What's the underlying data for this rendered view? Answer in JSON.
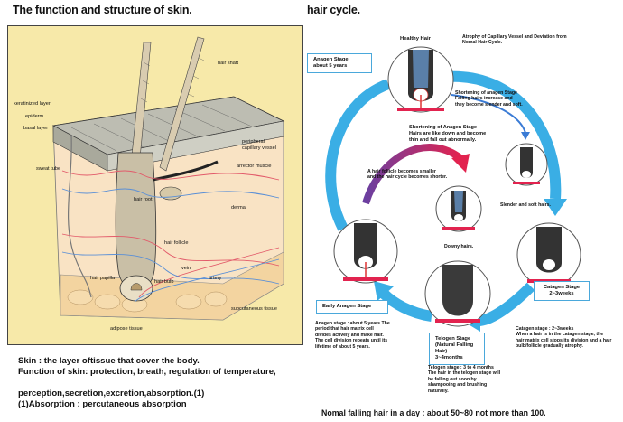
{
  "left": {
    "title": "The function and structure of skin.",
    "labels": {
      "hair_shaft": "hair shaft",
      "keratinized": "keratinized layer",
      "epiderm": "epiderm",
      "basal": "basal layer",
      "peripheral": "peripheral",
      "capillary": "capillary vessel",
      "arrector": "arrector muscle",
      "sweat": "sweat tube",
      "derma": "derma",
      "hair_root": "hair root",
      "hair_follicle": "hair follicle",
      "vein": "vein",
      "artery": "artery",
      "hair_papilla": "hair papilla",
      "hair_bulb": "hair bulb",
      "subcutaneous": "subcutaneous tissue",
      "adipose": "adipose tissue"
    },
    "caption": [
      "Skin : the layer oftissue that cover the body.",
      "Function of skin: protection, breath, regulation of temperature,",
      "",
      "perception,secretion,excretion,absorption.(1)",
      "(1)Absorption : percutaneous absorption"
    ]
  },
  "right": {
    "title": "hair cycle.",
    "healthy_hair": "Healthy Hair",
    "atrophy_note": [
      "Atrophy of Capillary Vessel and Deviation from",
      "Nomal Hair Cycle."
    ],
    "anagen_box": [
      "Anagen Stage",
      "about 5 years"
    ],
    "shortening1": [
      "Shortening of anagen Stage",
      "Falling hairs increase and",
      "they become slender and soft."
    ],
    "shortening2": [
      "Shortening of Anagen Stage",
      "Hairs are like down and become",
      "thin and fall out abnormally."
    ],
    "smaller_note": [
      "A hair follicle becomes smaller",
      "and the hair cycle becomes shorter."
    ],
    "slender_note": "Slender and soft hairs.",
    "downy_note": "Downy hairs.",
    "early_box": "Early Anagen Stage",
    "catagen_box": [
      "Catagen Stage",
      "2~3weeks"
    ],
    "telogen_box": [
      "Telogen Stage",
      "(Natural Falling Hair)",
      "3~4months"
    ],
    "anagen_desc": [
      "Anagen stage : about 5 years The",
      "period that hair matrix cell",
      "divides actively and make hair.",
      "The cell division repeats until its",
      "lifetime of about 5 years."
    ],
    "catagen_desc": [
      "Catagen stage : 2~3weeks",
      "When a hair is in the catagen stage, the",
      "hair matrix cell stops its division and a hair",
      "bulb/follicle gradually atrophy."
    ],
    "telogen_desc": [
      "Telogen stage : 3 to 4 months",
      "The hair in the telogen stage will",
      "be falling out soon by",
      "shampooing and brushing",
      "naturally."
    ],
    "footer": "Nomal falling hair in a day : about 50~80 not more than 100."
  },
  "colors": {
    "panel": "#f7e9a9",
    "arrow_blue": "#3aaee5",
    "arrow_purple": "#a0408f",
    "arrow_red": "#d81b4a"
  }
}
